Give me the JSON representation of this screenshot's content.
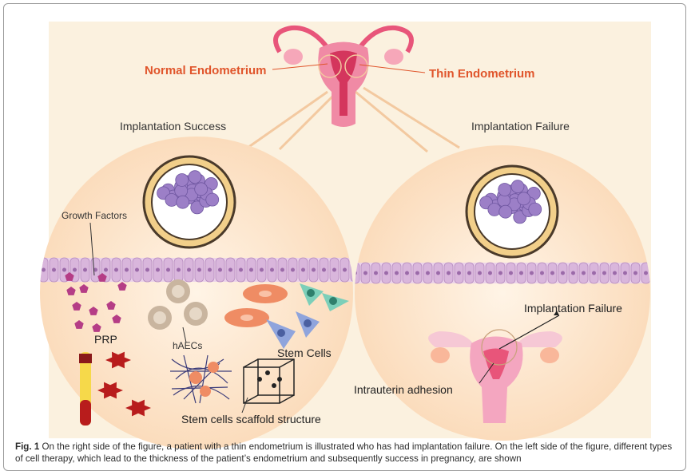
{
  "labels": {
    "normal": "Normal Endometrium",
    "thin": "Thin Endometrium",
    "success": "Implantation Success",
    "failure": "Implantation Failure",
    "growth": "Growth Factors",
    "prp": "PRP",
    "haecs": "hAECs",
    "stem": "Stem Cells",
    "scaffold": "Stem cells scaffold structure",
    "failure_arrow": "Implantation Failure",
    "adhesion": "Intrauterin adhesion"
  },
  "caption": {
    "prefix": "Fig. 1",
    "text": "On the right side of the figure, a patient with a thin endometrium is illustrated who has had implantation failure. On the left side of the figure, different types of cell therapy, which lead to the thickness of the patient’s endometrium and subsequently success in pregnancy, are shown"
  },
  "colors": {
    "background": "#fbf1df",
    "circle_fill": "#fde9d0",
    "uterus": "#e8557a",
    "accent_label": "#e0552b",
    "embryo": "#9c7fc7",
    "epithelium": "#d9b6dc",
    "prp_cells": "#b81c1c",
    "growth_factor": "#b53d86",
    "stem_cell_blue": "#8fa4dc",
    "stem_cell_green": "#7ccfb9",
    "stem_cell_orange": "#ef8c64"
  }
}
